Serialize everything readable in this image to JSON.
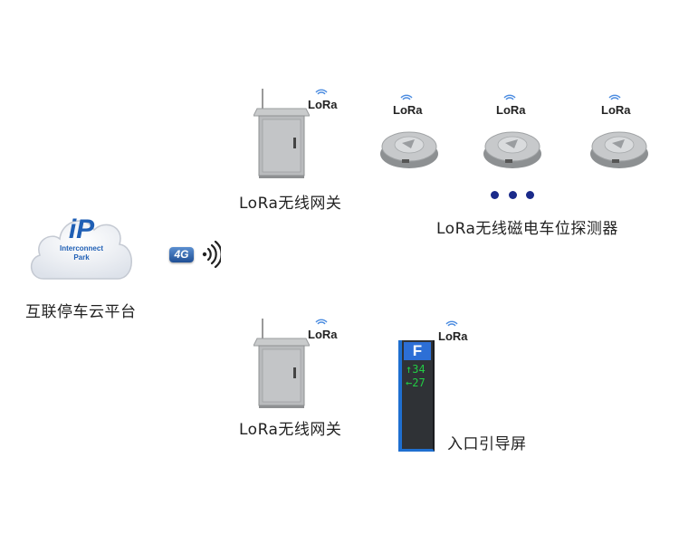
{
  "cloud": {
    "logo_letters": "iP",
    "logo_line1": "Interconnect",
    "logo_line2": "Park",
    "label": "互联停车云平台"
  },
  "network": {
    "badge": "4G"
  },
  "gateway_top": {
    "badge": "LoRa",
    "label": "LoRa无线网关"
  },
  "gateway_bottom": {
    "badge": "LoRa",
    "label": "LoRa无线网关"
  },
  "sensors": {
    "badges": [
      "LoRa",
      "LoRa",
      "LoRa"
    ],
    "label": "LoRa无线磁电车位探测器"
  },
  "guide_screen": {
    "badge": "LoRa",
    "sign_letter": "F",
    "row1": "↑34",
    "row2": "←27",
    "label": "入口引导屏"
  },
  "colors": {
    "logo_blue": "#1f5fb5",
    "dot_blue": "#1a2a8a",
    "screen_green": "#22cc44"
  }
}
